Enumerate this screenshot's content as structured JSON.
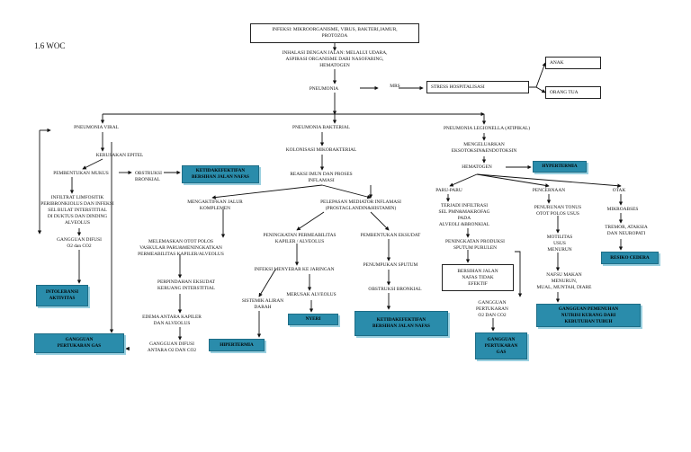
{
  "heading": "1.6 WOC",
  "nodes": {
    "n_infeksi": "INFEKSI: MIKROORGANISME, VIRUS, BAKTERI,JAMUR,\nPROTOZOA",
    "n_inhalasi": "INHALASI DENGAN JALAN: MELALUI UDARA,\nASPIRASI ORGANISME DARI NASOFARING,\nHEMATOGEN",
    "n_pneumonia": "PNEUMONIA",
    "n_mrs": "MRS",
    "n_stress": "STRESS HOSPITALISASI",
    "n_anak": "ANAK",
    "n_orangtua": "ORANG TUA",
    "n_pviral": "PNEUMONIA VIRAL",
    "n_pbakterial": "PNEUMONIA BAKTERIAL",
    "n_plegionella": "PNEUMONIA LEGIONELLA (ATIPIKAL)",
    "n_kerusakan": "KERUSAKAN EPITEL",
    "n_mukus": "PEMBENTUKAN MUKUS",
    "n_obstruksi1": "OBSTRUKSI\nBRONKIAL",
    "n_kolonisasi": "KOLONISASI MIKOBAKTERIAL",
    "n_reaksi": "REAKSI IMUN DAN PROSES\nINFLAMASI",
    "n_mengeluarkan": "MENGELUARKAN\nEKSOTOKSIN&ENDOTOKSIN",
    "n_hematogen2": "HEMATOGEN",
    "n_infiltrat": "INFILTRAT LIMFOSITIK\nPERIBRONKIOLUS DAN INFEKSI\nSEL BULAT  INTERSTITIAL\nDI DUKTUS DAN DINDING\nALVEOLUS",
    "n_gangguan_difusi": "GANGGUAN DIFUSI\nO2 dan CO2",
    "n_mengaktifkan": "MENGAKTIFKAN JALUR\nKOMPLEMEN",
    "n_pelepasan": "PELEPASAN MEDIATOR INFLAMASI\n(PROSTAGLANDIN&HISTAMIN)",
    "n_paru": "PARU-PARU",
    "n_pencernaan": "PENCERNAAN",
    "n_otak": "OTAK",
    "n_terjadi": "TERJADI INFILTRASI\nSEL PMN&MAKROFAG\nPADA\nALVEOLI &BRONKIAL",
    "n_penurunan_tonus": "PENURUNAN TONUS\nOTOT POLOS USUS",
    "n_mikroabses": "MIKROABSES",
    "n_peningkatan_perm": "PENINGKATAN PERMEABILITAS\nKAPILER / ALVEOLUS",
    "n_eksudat": "PEMBENTUKAN EKSUDAT",
    "n_melemaskan": "MELEMASKAN OTOT POLOS\nVASKULAR PARU&MENINGKATKAN\nPERMEABILITAS KAPILER/ALVEOLUS",
    "n_peningkatan_prod": "PENINGKATAN PRODUKSI\nSPUTUM PURULEN",
    "n_motilitas": "MOTILITAS\nUSUS\nMENURUN",
    "n_tremor": "TREMOR, ATAKSIA\nDAN NEUROPATI",
    "n_infeksi_menyebar": "INFEKSI MENYEBAR KE JARINGAN",
    "n_penumpukan": "PENUMPUKAN SPUTUM",
    "n_bersihan_tidak": "BERSIHAN JALAN\nNAFAS TIDAK\nEFEKTIF",
    "n_perpindahan": "PERPINDAHAN EKSUDAT\nKERUANG INTERSTITIAL",
    "n_nafsu": "NAFSU MAKAN\nMENURUN,\nMUAL, MUNTAH, DIARE",
    "n_obstruksi2": "OBSTRUKSI BRONKIAL",
    "n_sistemik": "SISTEMIK ALIRAN\nDARAH",
    "n_merusak": "MERUSAK ALVEOLUS",
    "n_gangguan_pertukaran_text": "GANGGUAN\nPERTUKARAN\nO2 DAN CO2",
    "n_edema": "EDEMA ANTARA KAPILER\nDAN ALVEOLUS",
    "n_gangguan_difusi2": "GANGGUAN DIFUSI\nANTARA O2 DAN CO2"
  },
  "diagnoses": {
    "d_ketidak1": "KETIDAKEFEKTIFAN\nBERSIHAN JALAN NAFAS",
    "d_hipertermia1": "HYPERTERMIA",
    "d_intoleransi": "INTOLERANSI\nAKTIVITAS",
    "d_resiko": "RESIKO CEDERA",
    "d_gangguan_pertukaran1": "GANGGUAN\nPERTUKARAN GAS",
    "d_nyeri": "NYERI",
    "d_ketidak2": "KETIDAKEFEKTIFAN\nBERSIHAN JALAN NAFAS",
    "d_gangguan_pertukaran2": "GANGGUAN\nPERTUKARAN\nGAS",
    "d_nutrisi": "GANGGUAN PEMENUHAN\nNUTRISI KURANG DARI\nKEBUTUHAN TUBUH",
    "d_hipertermia2": "HIPERTERMIA"
  }
}
